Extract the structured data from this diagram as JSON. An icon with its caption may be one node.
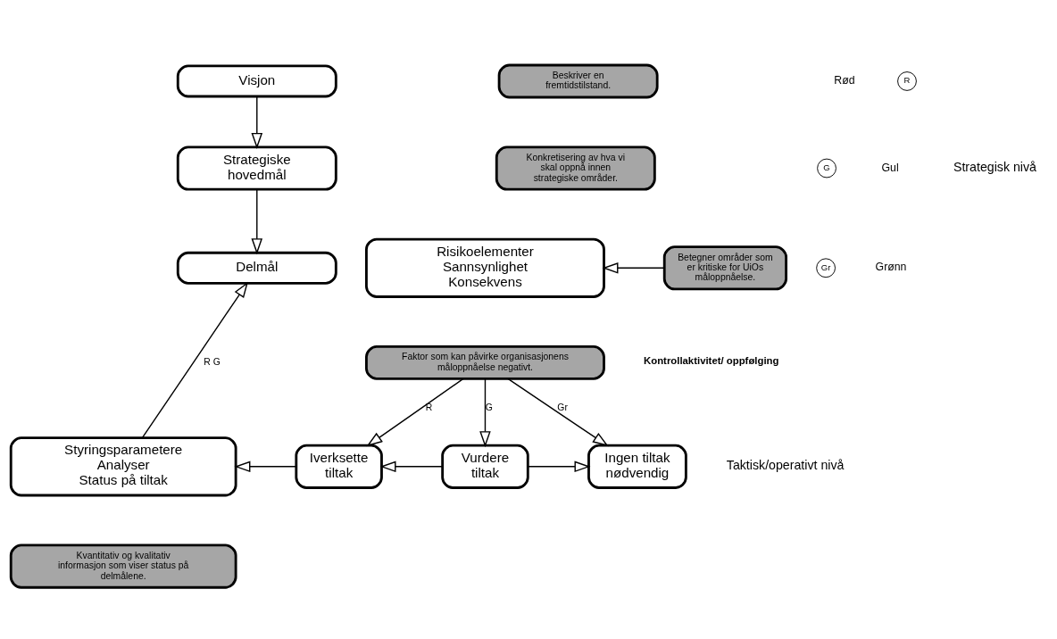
{
  "diagram": {
    "nodes": [
      {
        "text": [
          "Visjon"
        ]
      },
      {
        "text": [
          "Beskriver en fremtidstilstand."
        ]
      },
      {
        "text": [
          "Strategiske hovedmål"
        ]
      },
      {
        "text": [
          "Konkretisering av hva vi skal oppnå innen strategiske områder."
        ]
      },
      {
        "text": [
          "Delmål"
        ]
      },
      {
        "text": [
          "Betegner områder som er kritiske for UiOs måloppnåelse."
        ]
      },
      {
        "text": [
          "Risikoelementer",
          "Sannsynlighet",
          "Konsekvens"
        ]
      },
      {
        "text": [
          "Faktor som kan påvirke organisasjonens måloppnåelse negativt."
        ]
      },
      {
        "text": [
          "Styringsparametere",
          "Analyser",
          "Status på tiltak"
        ]
      },
      {
        "text": [
          "Kvantitativ og kvalitativ informasjon som viser status på delmålene."
        ]
      },
      {
        "text": [
          "Iverksette tiltak"
        ]
      },
      {
        "text": [
          "Vurdere tiltak"
        ]
      },
      {
        "text": [
          "Ingen tiltak nødvendig"
        ]
      }
    ],
    "edges": [
      {
        "from": 0,
        "to": 2,
        "arrow": "to"
      },
      {
        "from": 2,
        "to": 4,
        "arrow": "to"
      },
      {
        "from": 5,
        "to": 6,
        "arrow": "to"
      },
      {
        "from": 7,
        "to": 10,
        "arrow": "to",
        "label": "R"
      },
      {
        "from": 7,
        "to": 11,
        "arrow": "to",
        "label": "G"
      },
      {
        "from": 7,
        "to": 12,
        "arrow": "to",
        "label": "Gr"
      },
      {
        "from": 11,
        "to": 10,
        "arrow": "to"
      },
      {
        "from": 11,
        "to": 12,
        "arrow": "to"
      },
      {
        "from": 10,
        "to": 8,
        "arrow": "to"
      },
      {
        "from": 8,
        "to": 4,
        "arrow": "to",
        "label": "R G"
      }
    ],
    "labels": [
      "R",
      "G",
      "Gr",
      "Strategisk nivå",
      "Taktisk/operativt nivå",
      "Kontrollaktivitet/ oppfølging"
    ],
    "legend": [
      {
        "text": "Rød"
      },
      {
        "text": "Gul"
      },
      {
        "text": "Grønn"
      }
    ]
  }
}
